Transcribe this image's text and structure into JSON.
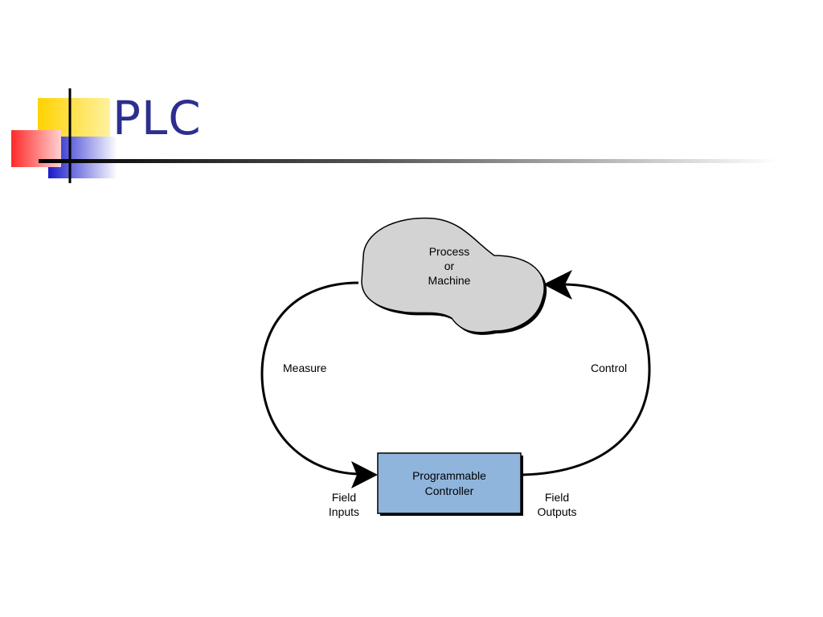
{
  "slide": {
    "title": "PLC"
  },
  "diagram": {
    "process_lines": [
      "Process",
      "or",
      "Machine"
    ],
    "controller_lines": [
      "Programmable",
      "Controller"
    ],
    "measure_label": "Measure",
    "control_label": "Control",
    "field_inputs_lines": [
      "Field",
      "Inputs"
    ],
    "field_outputs_lines": [
      "Field",
      "Outputs"
    ]
  },
  "colors": {
    "title": "#2e2e8f",
    "logo_yellow": "#ffd700",
    "logo_red": "#ff4b4b",
    "logo_blue": "#2727d6",
    "cloud_fill": "#d3d3d3",
    "controller_fill": "#8fb5dc",
    "line": "#000000"
  }
}
